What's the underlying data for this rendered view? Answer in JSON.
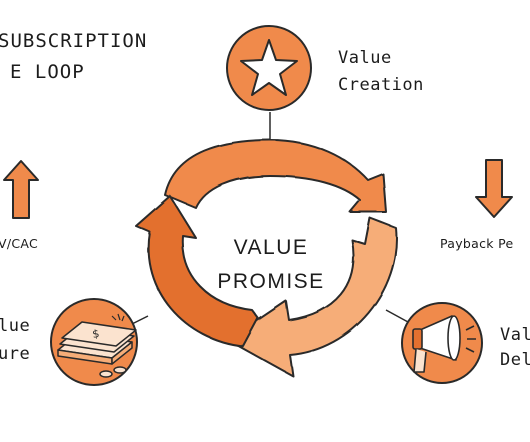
{
  "title": {
    "line1": "SUBSCRIPTION",
    "line2": "E LOOP"
  },
  "nodes": {
    "creation": {
      "line1": "Value",
      "line2": "Creation",
      "icon": "star-icon"
    },
    "delivery": {
      "line1": "Val",
      "line2": "Del",
      "icon": "megaphone-icon"
    },
    "capture": {
      "line1": "lue",
      "line2": "ure",
      "icon": "money-stack-icon"
    }
  },
  "center": {
    "line1": "VALUE",
    "line2": "PROMISE"
  },
  "metrics": {
    "left": {
      "label": "V/CAC",
      "direction": "up"
    },
    "right": {
      "label": "Payback Pe",
      "direction": "down"
    }
  },
  "colors": {
    "accent": "#f08a4b",
    "accent_light": "#f6ad78",
    "accent_dark": "#e3702f",
    "outline": "#2a2a2a"
  }
}
